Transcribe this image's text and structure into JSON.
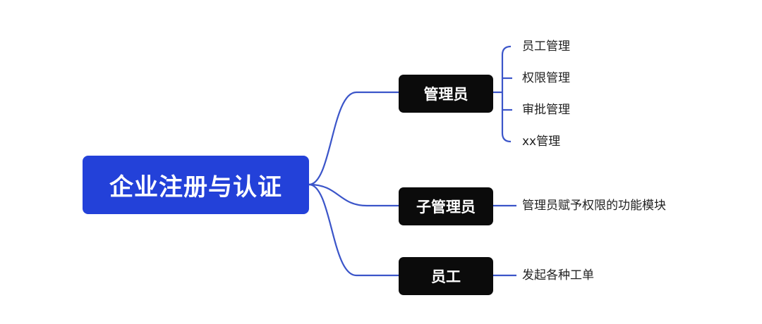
{
  "root": {
    "label": "企业注册与认证"
  },
  "branches": [
    {
      "label": "管理员",
      "leaves": [
        "员工管理",
        "权限管理",
        "审批管理",
        "xx管理"
      ]
    },
    {
      "label": "子管理员",
      "leaves": [
        "管理员赋予权限的功能模块"
      ]
    },
    {
      "label": "员工",
      "leaves": [
        "发起各种工单"
      ]
    }
  ],
  "colors": {
    "root_fill": "#2341d9",
    "branch_fill": "#0b0b0b",
    "connector": "#3b55c9"
  }
}
